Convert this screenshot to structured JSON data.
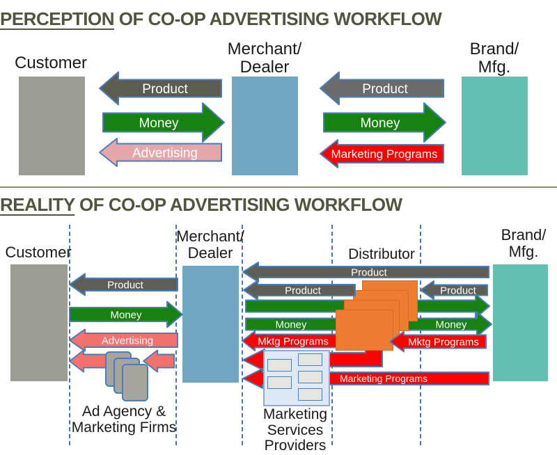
{
  "colors": {
    "title": "#53533F",
    "divider": "#8A8A7C",
    "label": "#1A1A1A",
    "outline": "#4A7EBB",
    "dashed": "#4472C4",
    "green": "#178112",
    "red": "#FF0000",
    "salmon": "#F4716E",
    "pink": "#E5A7A9",
    "product_olive": "#5C5C50",
    "product_gray": "#6B6B6B",
    "product_dark": "#5E5E56",
    "customer_gray": "#9C9C95",
    "merchant_blue": "#6FA6C1",
    "brand_teal": "#63C1B2",
    "orange": "#ED7D31",
    "orange_border": "#D96B1F",
    "msp_fill": "#DFE9F6",
    "msp_border": "#8FAAD4",
    "msp_item_fill": "#E6E6E1",
    "doc_gray": "#A5A59D",
    "arrow_text": "#FFFFFF"
  },
  "perception": {
    "title_underlined": "PERCEPTION",
    "title_rest": " OF CO-OP ADVERTISING WORKFLOW",
    "entities": {
      "customer": {
        "label": "Customer"
      },
      "merchant": {
        "lines": [
          "Merchant/",
          "Dealer"
        ]
      },
      "brand": {
        "lines": [
          "Brand/",
          "Mfg."
        ]
      }
    },
    "arrows": [
      {
        "name": "p-product-customer",
        "label": "Product",
        "color_key": "product_olive"
      },
      {
        "name": "p-money-customer",
        "label": "Money",
        "color_key": "green"
      },
      {
        "name": "p-advertising",
        "label": "Advertising",
        "color_key": "pink"
      },
      {
        "name": "p-product-brand",
        "label": "Product",
        "color_key": "product_gray"
      },
      {
        "name": "p-money-brand",
        "label": "Money",
        "color_key": "green"
      },
      {
        "name": "p-marketing-programs",
        "label": "Marketing Programs",
        "color_key": "red"
      }
    ]
  },
  "reality": {
    "title_underlined": "REALITY",
    "title_rest": " OF CO-OP ADVERTISING WORKFLOW",
    "entities": {
      "customer": {
        "label": "Customer"
      },
      "merchant": {
        "lines": [
          "Merchant/",
          "Dealer"
        ]
      },
      "distributor": {
        "label": "Distributor"
      },
      "brand": {
        "lines": [
          "Brand/",
          "Mfg."
        ]
      },
      "ad_agency": {
        "lines": [
          "Ad Agency &",
          "Marketing Firms"
        ]
      },
      "msp": {
        "lines": [
          "Marketing",
          "Services",
          "Providers"
        ]
      }
    },
    "arrows": [
      {
        "name": "r-product-long",
        "label": "Product",
        "color_key": "product_dark"
      },
      {
        "name": "r-product-mid",
        "label": "Product",
        "color_key": "product_dark"
      },
      {
        "name": "r-product-right",
        "label": "Product",
        "color_key": "product_dark"
      },
      {
        "name": "r-money-long",
        "label": "",
        "color_key": "green"
      },
      {
        "name": "r-money-lower",
        "label": "Money",
        "label2": "Money",
        "color_key": "green"
      },
      {
        "name": "r-mktg-left",
        "label": "Mktg Programs",
        "color_key": "red"
      },
      {
        "name": "r-mktg-right",
        "label": "Mktg Programs",
        "color_key": "red"
      },
      {
        "name": "r-elbow-mktg",
        "label": "",
        "color_key": "red"
      },
      {
        "name": "r-marketing-programs-long",
        "label": "Marketing Programs",
        "color_key": "red"
      },
      {
        "name": "r-product-bl",
        "label": "Product",
        "color_key": "product_dark"
      },
      {
        "name": "r-money-bl",
        "label": "Money",
        "color_key": "green"
      },
      {
        "name": "r-advertising-bl",
        "label": "Advertising",
        "color_key": "salmon"
      },
      {
        "name": "r-agency-arrow-left",
        "label": "",
        "color_key": "salmon"
      },
      {
        "name": "r-agency-arrow-right",
        "label": "",
        "color_key": "salmon"
      }
    ]
  }
}
